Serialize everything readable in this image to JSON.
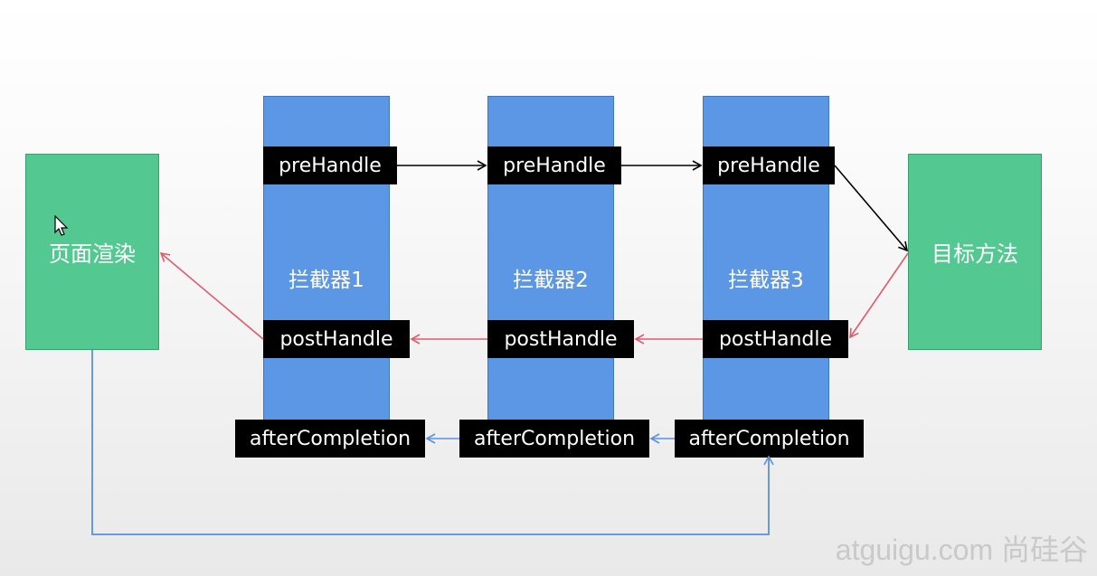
{
  "diagram": {
    "page_render_label": "页面渲染",
    "target_method_label": "目标方法",
    "interceptors": [
      {
        "label": "拦截器1",
        "pre": "preHandle",
        "post": "postHandle",
        "after": "afterCompletion"
      },
      {
        "label": "拦截器2",
        "pre": "preHandle",
        "post": "postHandle",
        "after": "afterCompletion"
      },
      {
        "label": "拦截器3",
        "pre": "preHandle",
        "post": "postHandle",
        "after": "afterCompletion"
      }
    ]
  },
  "watermark": "atguigu.com 尚硅谷",
  "colors": {
    "green": "#53c991",
    "blue": "#5c97e5",
    "pre_arrow": "#000000",
    "post_arrow": "#e05a6c",
    "after_arrow": "#5b8fdc"
  },
  "icons": {
    "cursor": "mouse-pointer-icon"
  }
}
